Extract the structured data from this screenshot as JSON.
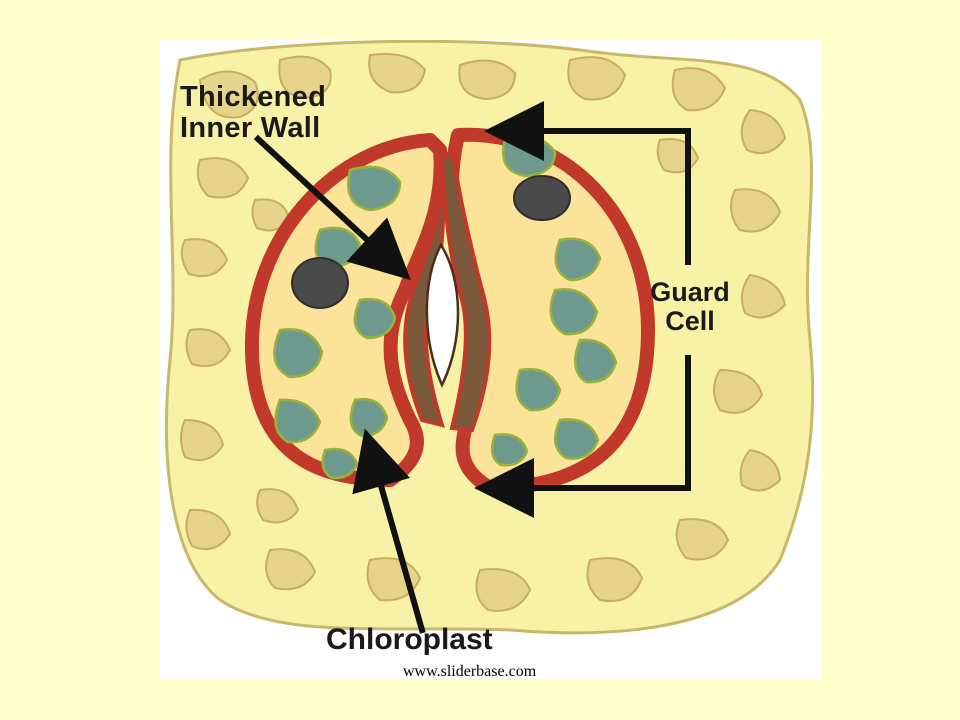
{
  "diagram": {
    "labels": {
      "thickened_inner_wall": [
        "Thickened",
        "Inner Wall"
      ],
      "guard_cell": [
        "Guard",
        "Cell"
      ],
      "chloroplast": "Chloroplast"
    }
  },
  "footer": {
    "watermark": "www.sliderbase.com"
  },
  "colors": {
    "page_background": "#FFFFCC",
    "epidermis": "#F7F2A6",
    "epidermal_cell_spot": "#E6D48C",
    "guard_cell_wall": "#C0392B",
    "guard_cell_cytoplasm": "#FBE39A",
    "inner_wall": "#7A5A3A",
    "chloroplast": "#6E9A8E",
    "nucleus": "#4A4A4A",
    "label_text": "#1A1A1A"
  }
}
